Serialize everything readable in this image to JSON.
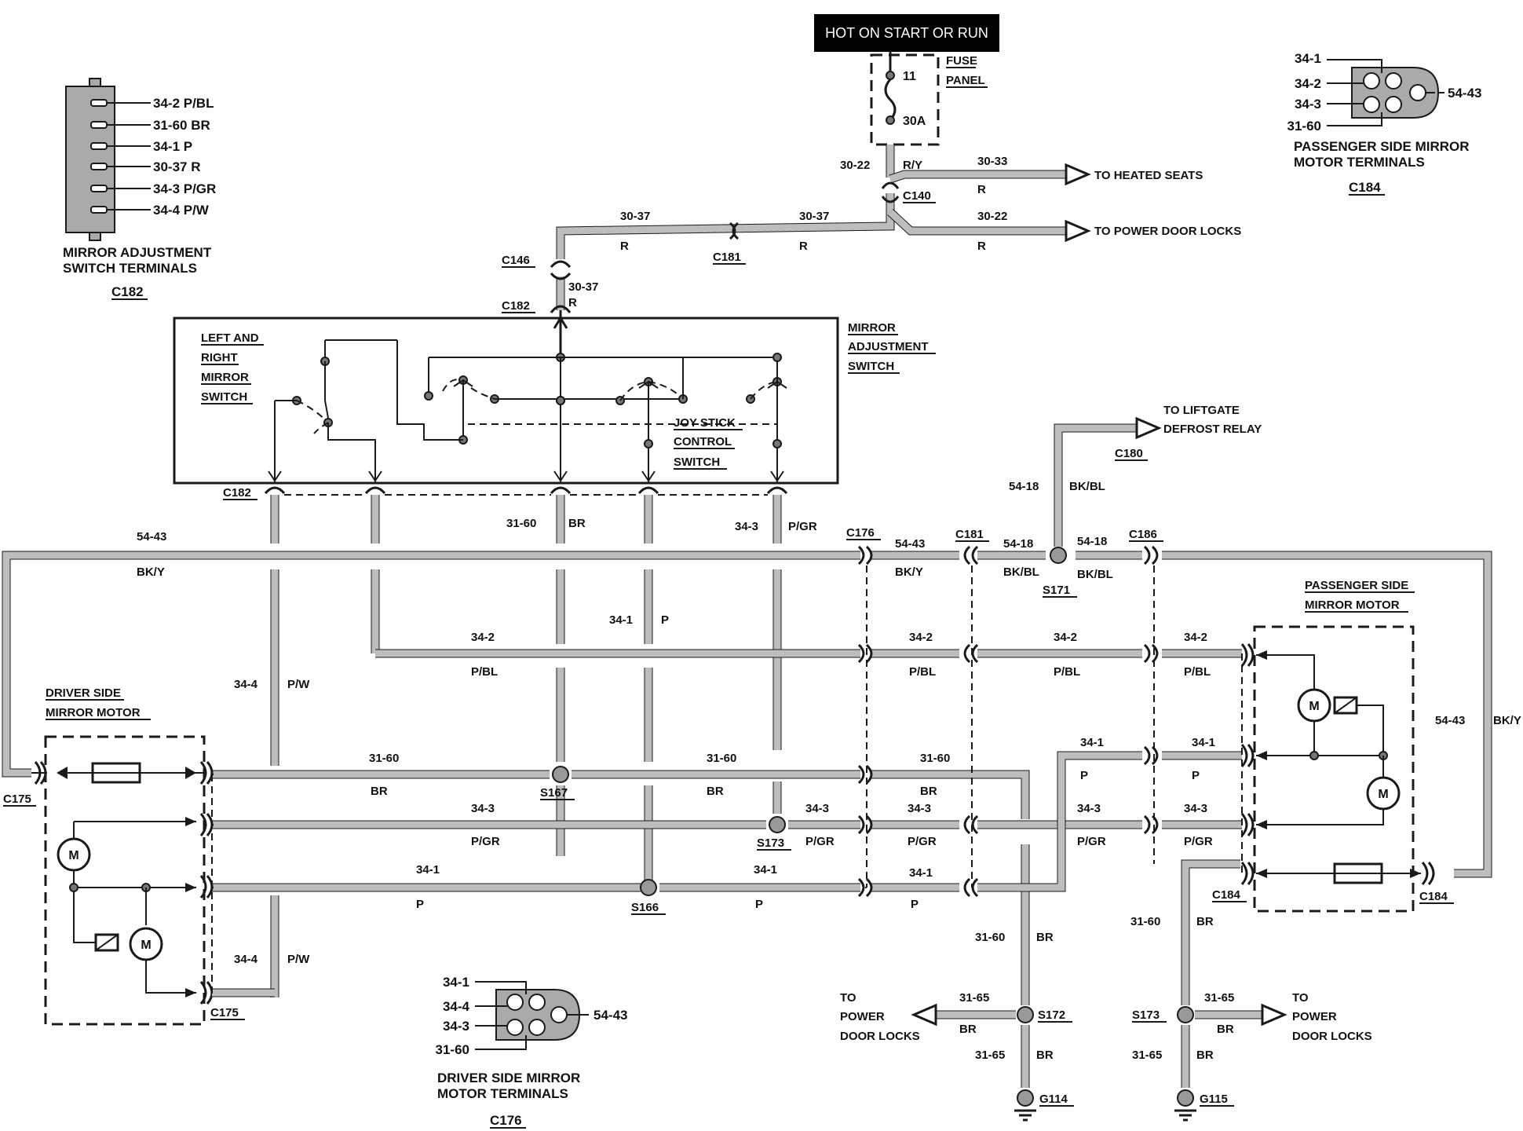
{
  "header": {
    "hot_label": "HOT ON START OR RUN",
    "fuse_panel_line1": "FUSE",
    "fuse_panel_line2": "PANEL",
    "fuse_number": "11",
    "fuse_rating": "30A"
  },
  "switch_terminals": {
    "pins": [
      "34-2 P/BL",
      "31-60 BR",
      "34-1 P",
      "30-37 R",
      "34-3 P/GR",
      "34-4 P/W"
    ],
    "title_line1": "MIRROR ADJUSTMENT",
    "title_line2": "SWITCH TERMINALS",
    "connector": "C182"
  },
  "passenger_terminals": {
    "left_pins": [
      "34-1",
      "34-2",
      "34-3",
      "31-60"
    ],
    "right_pin": "54-43",
    "title_line1": "PASSENGER SIDE MIRROR",
    "title_line2": "MOTOR TERMINALS",
    "connector": "C184"
  },
  "driver_terminals": {
    "left_pins": [
      "34-1",
      "34-4",
      "34-3",
      "31-60"
    ],
    "right_pin": "54-43",
    "title_line1": "DRIVER SIDE MIRROR",
    "title_line2": "MOTOR TERMINALS",
    "connector": "C176"
  },
  "switch_block": {
    "title": [
      "MIRROR",
      "ADJUSTMENT",
      "SWITCH"
    ],
    "lr_switch": [
      "LEFT AND",
      "RIGHT",
      "MIRROR",
      "SWITCH"
    ],
    "joystick": [
      "JOY STICK",
      "CONTROL",
      "SWITCH"
    ]
  },
  "motors": {
    "driver_title": [
      "DRIVER SIDE",
      "MIRROR MOTOR"
    ],
    "passenger_title": [
      "PASSENGER SIDE",
      "MIRROR MOTOR"
    ],
    "motor_symbol": "M"
  },
  "destinations": {
    "heated_seats": "TO HEATED SEATS",
    "power_door_locks_top": "TO POWER DOOR LOCKS",
    "liftgate": [
      "TO LIFTGATE",
      "DEFROST RELAY"
    ],
    "door_locks_left": [
      "TO",
      "POWER",
      "DOOR  LOCKS"
    ],
    "door_locks_right": [
      "TO",
      "POWER",
      "DOOR  LOCKS"
    ]
  },
  "connectors": {
    "c140": "C140",
    "c146": "C146",
    "c181a": "C181",
    "c182a": "C182",
    "c182b": "C182",
    "c176": "C176",
    "c181b": "C181",
    "c186": "C186",
    "c180": "C180",
    "c175a": "C175",
    "c175b": "C175",
    "c184a": "C184",
    "c184b": "C184"
  },
  "splices": {
    "s171": "S171",
    "s167": "S167",
    "s173a": "S173",
    "s166": "S166",
    "s172": "S172",
    "s173b": "S173",
    "g114": "G114",
    "g115": "G115"
  },
  "wire_labels": {
    "w30_22_top": "30-22",
    "ry": "R/Y",
    "w30_33": "30-33",
    "r_a": "R",
    "w30_22_right": "30-22",
    "r_b": "R",
    "w30_37_a": "30-37",
    "r_c": "R",
    "w30_37_b": "30-37",
    "r_d": "R",
    "w30_37_c": "30-37",
    "r_e": "R",
    "w54_18_v": "54-18",
    "bkbl_v": "BK/BL",
    "w54_43_left": "54-43",
    "bky_left": "BK/Y",
    "w31_60_top": "31-60",
    "br_top": "BR",
    "w34_3_top": "34-3",
    "pgr_top": "P/GR",
    "w54_43_mid": "54-43",
    "bky_mid": "BK/Y",
    "w54_18_a": "54-18",
    "bkbl_a": "BK/BL",
    "w54_18_b": "54-18",
    "bkbl_b": "BK/BL",
    "w34_1_v": "34-1",
    "p_v": "P",
    "w34_2_a": "34-2",
    "pbl_a": "P/BL",
    "w34_2_b": "34-2",
    "pbl_b": "P/BL",
    "w34_2_c": "34-2",
    "pbl_c": "P/BL",
    "w34_2_d": "34-2",
    "pbl_d": "P/BL",
    "w34_4_a": "34-4",
    "pw_a": "P/W",
    "w34_4_b": "34-4",
    "pw_b": "P/W",
    "w31_60_a": "31-60",
    "br_a": "BR",
    "w31_60_b": "31-60",
    "br_b": "BR",
    "w31_60_c": "31-60",
    "br_c": "BR",
    "w34_1_a": "34-1",
    "p_a": "P",
    "w34_1_b": "34-1",
    "p_b": "P",
    "w34_3_a": "34-3",
    "pgr_a": "P/GR",
    "w34_3_b": "34-3",
    "pgr_b": "P/GR",
    "w34_3_c": "34-3",
    "pgr_c": "P/GR",
    "w34_3_d": "34-3",
    "pgr_d": "P/GR",
    "w34_3_e": "34-3",
    "pgr_e": "P/GR",
    "w34_1_c": "34-1",
    "p_c": "P",
    "w34_1_d": "34-1",
    "p_d": "P",
    "w34_1_e": "34-1",
    "p_e": "P",
    "w34_1_f": "34-1",
    "p_f": "P",
    "w34_1_g": "34-1",
    "p_g": "P",
    "w54_43_right": "54-43",
    "bky_right": "BK/Y",
    "w31_60_d": "31-60",
    "br_d": "BR",
    "w31_60_e": "31-60",
    "br_e": "BR",
    "w31_65_a": "31-65",
    "br_f": "BR",
    "w31_65_b": "31-65",
    "br_g": "BR",
    "w31_65_c": "31-65",
    "br_h": "BR",
    "w31_65_d": "31-65",
    "br_i": "BR"
  }
}
